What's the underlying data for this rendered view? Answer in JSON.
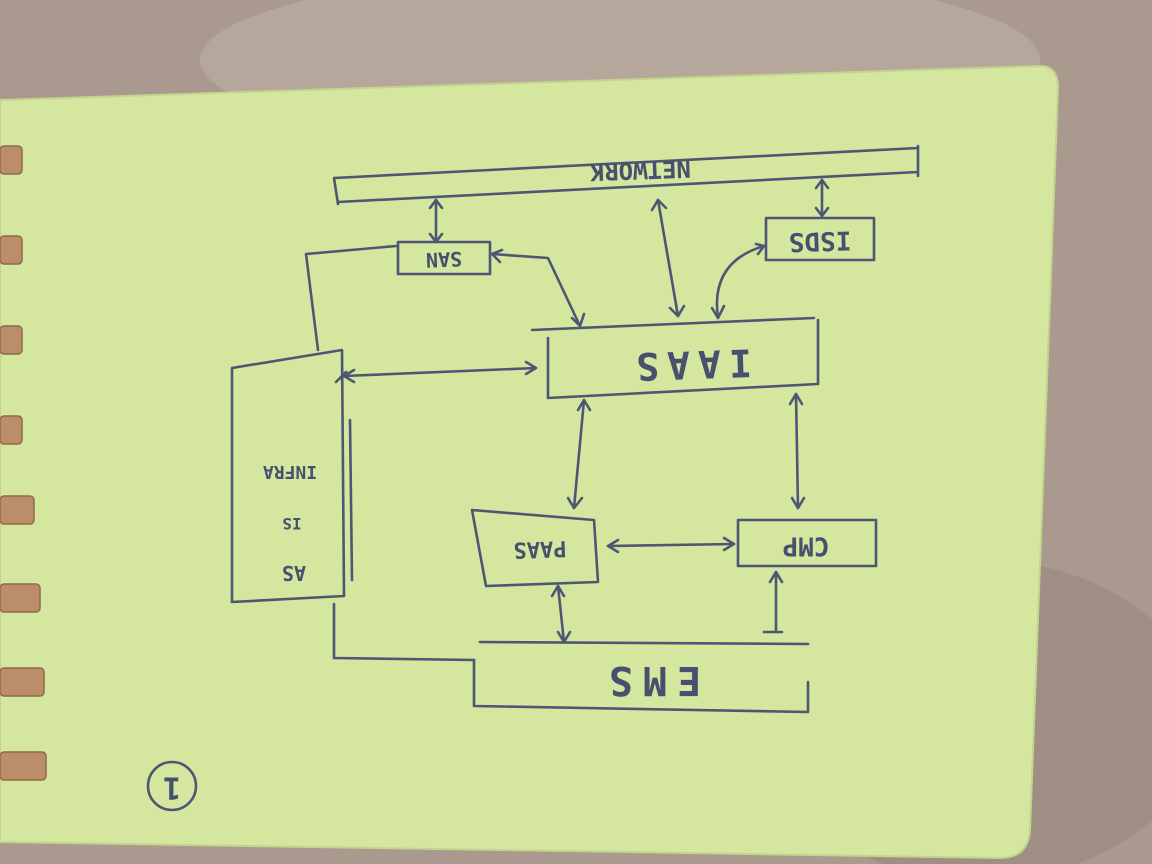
{
  "photo": {
    "subject": "handwritten architecture sketch on green sticky-note notebook page",
    "colors": {
      "desk": "#a8968a",
      "paper": "#d3e59a",
      "ink": "#46516f",
      "ring": "#b98a63"
    }
  },
  "sketch": {
    "page_number": "1",
    "labels": {
      "network": "NETWORK",
      "isds": "ISDS",
      "san": "SAN",
      "iaas": "IAAS",
      "as_is_infra_line1": "AS",
      "as_is_infra_line2": "IS",
      "as_is_infra_line3": "INFRA",
      "paas": "PAAS",
      "cmp": "CMP",
      "ems": "EMS"
    }
  }
}
